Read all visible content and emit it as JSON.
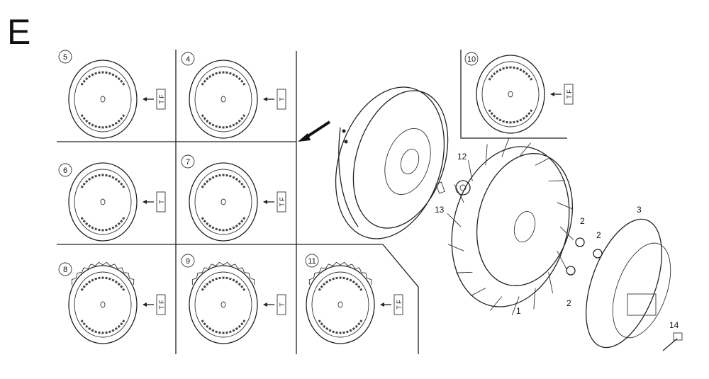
{
  "section_letter": "E",
  "variants": [
    {
      "num": "5",
      "tag": "T F",
      "toothed": false
    },
    {
      "num": "4",
      "tag": "T",
      "toothed": false
    },
    {
      "num": "6",
      "tag": "T",
      "toothed": false
    },
    {
      "num": "7",
      "tag": "T F",
      "toothed": false
    },
    {
      "num": "8",
      "tag": "T F",
      "toothed": true
    },
    {
      "num": "9",
      "tag": "T",
      "toothed": true
    },
    {
      "num": "11",
      "tag": "T F",
      "toothed": true
    },
    {
      "num": "10",
      "tag": "T F",
      "toothed": false
    }
  ],
  "callouts": {
    "fan": "1",
    "nut_a": "2",
    "nut_b": "2",
    "nut_c": "2",
    "pulley": "3",
    "flange_nut": "12",
    "key": "13",
    "bolt": "14"
  }
}
